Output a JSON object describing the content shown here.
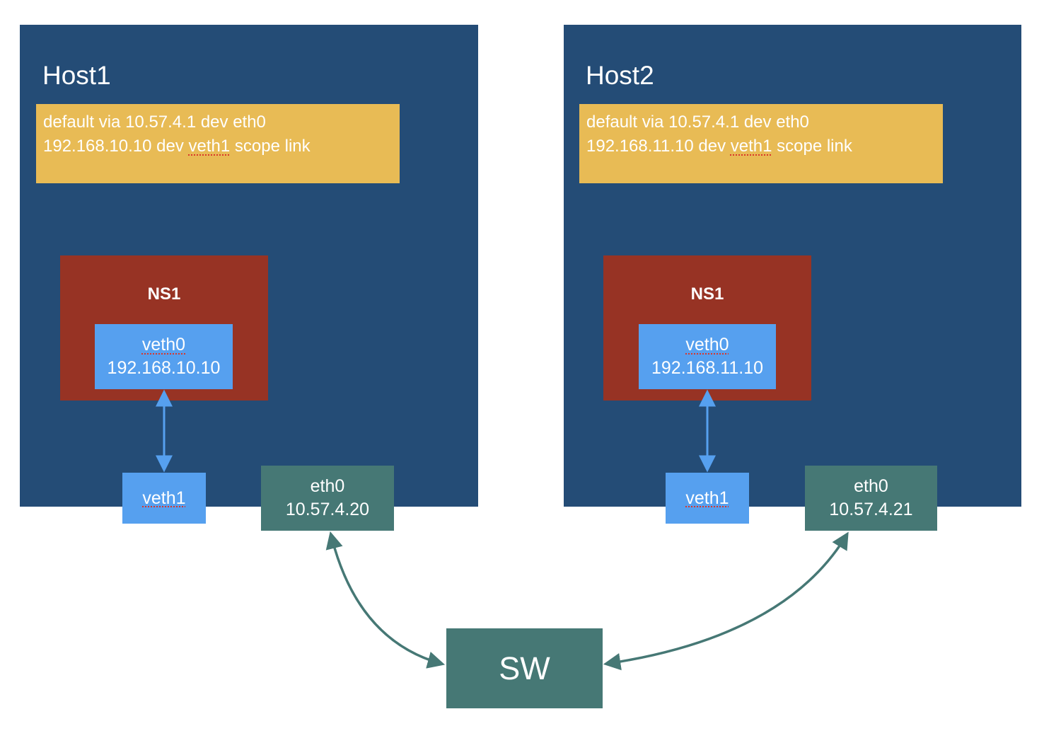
{
  "hosts": [
    {
      "title": "Host1",
      "routes": {
        "line1": "default via 10.57.4.1 dev eth0",
        "line2_prefix": "192.168.10.10 dev ",
        "line2_iface": "veth1",
        "line2_suffix": " scope link"
      },
      "namespace": {
        "title": "NS1",
        "veth_name": "veth0",
        "veth_ip": "192.168.10.10"
      },
      "veth_host": "veth1",
      "eth": {
        "name": "eth0",
        "ip": "10.57.4.20"
      }
    },
    {
      "title": "Host2",
      "routes": {
        "line1": "default via 10.57.4.1 dev eth0",
        "line2_prefix": "192.168.11.10 dev ",
        "line2_iface": "veth1",
        "line2_suffix": " scope link"
      },
      "namespace": {
        "title": "NS1",
        "veth_name": "veth0",
        "veth_ip": "192.168.11.10"
      },
      "veth_host": "veth1",
      "eth": {
        "name": "eth0",
        "ip": "10.57.4.21"
      }
    }
  ],
  "switch": {
    "label": "SW"
  },
  "colors": {
    "host_bg": "#244c76",
    "route_bg": "#e8bb55",
    "namespace_bg": "#973324",
    "veth_bg": "#56a0ef",
    "eth_bg": "#467875",
    "switch_bg": "#467875",
    "veth_link": "#56a0ef",
    "switch_link": "#467875",
    "spellcheck_underline": "#d9362b"
  }
}
